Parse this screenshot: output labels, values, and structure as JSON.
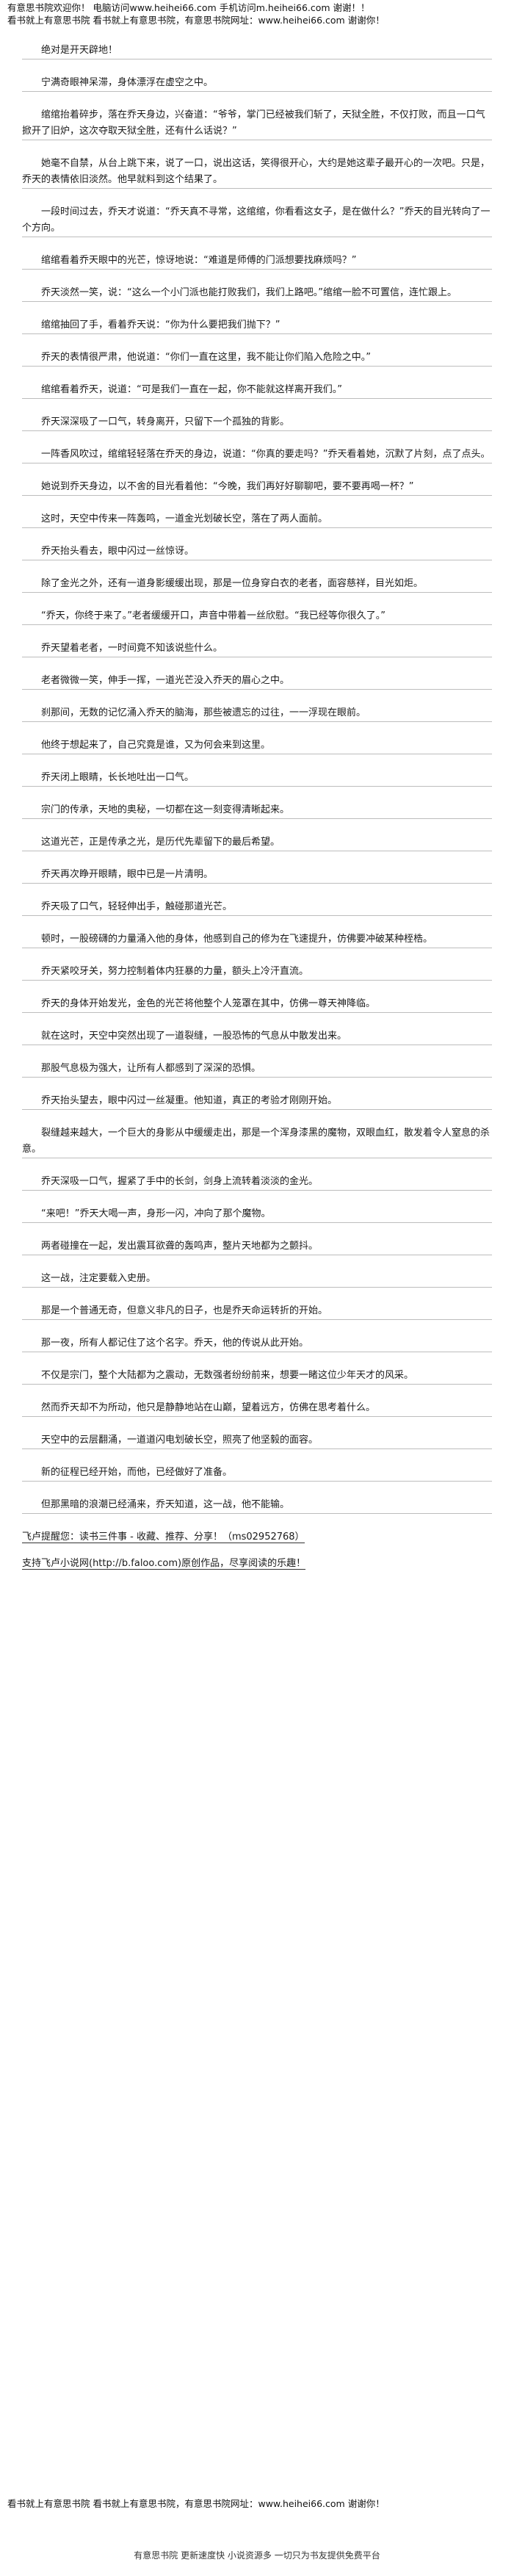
{
  "header": {
    "line1": "有意思书院欢迎你！ 电脑访问www.heihei66.com 手机访问m.heihei66.com 谢谢！！",
    "line2": "看书就上有意思书院 看书就上有意思书院，有意思书院网址：www.heihei66.com 谢谢你！"
  },
  "paragraphs": [
    "绝对是开天辟地！",
    "宁满奇眼神呆滞，身体漂浮在虚空之中。",
    "绾绾抬着碎步，落在乔天身边，兴奋道：“爷爷，掌门已经被我们斩了，天狱全胜，不仅打败，而且一口气掀开了旧炉，这次夺取天狱全胜，还有什么话说？”",
    "她毫不自禁，从台上跳下来，说了一口，说出这话，笑得很开心，大约是她这辈子最开心的一次吧。只是，乔天的表情依旧淡然。他早就料到这个结果了。",
    "一段时间过去，乔天才说道：“乔天真不寻常，这绾绾，你看看这女子，是在做什么？”乔天的目光转向了一个方向。",
    "绾绾看着乔天眼中的光芒，惊讶地说：“难道是师傅的门派想要找麻烦吗？”",
    "乔天淡然一笑，说：“这么一个小门派也能打败我们，我们上路吧。”绾绾一脸不可置信，连忙跟上。",
    "绾绾抽回了手，看着乔天说：“你为什么要把我们抛下？”",
    "乔天的表情很严肃，他说道：“你们一直在这里，我不能让你们陷入危险之中。”",
    "绾绾看着乔天，说道：“可是我们一直在一起，你不能就这样离开我们。”",
    "乔天深深吸了一口气，转身离开，只留下一个孤独的背影。",
    "一阵香风吹过，绾绾轻轻落在乔天的身边，说道：“你真的要走吗？”乔天看着她，沉默了片刻，点了点头。",
    "她说到乔天身边，以不舍的目光看着他：“今晚，我们再好好聊聊吧，要不要再喝一杯？”",
    "这时，天空中传来一阵轰鸣，一道金光划破长空，落在了两人面前。",
    "乔天抬头看去，眼中闪过一丝惊讶。",
    "除了金光之外，还有一道身影缓缓出现，那是一位身穿白衣的老者，面容慈祥，目光如炬。",
    "“乔天，你终于来了。”老者缓缓开口，声音中带着一丝欣慰。“我已经等你很久了。”",
    "乔天望着老者，一时间竟不知该说些什么。",
    "老者微微一笑，伸手一挥，一道光芒没入乔天的眉心之中。",
    "刹那间，无数的记忆涌入乔天的脑海，那些被遗忘的过往，一一浮现在眼前。",
    "他终于想起来了，自己究竟是谁，又为何会来到这里。",
    "乔天闭上眼睛，长长地吐出一口气。",
    "宗门的传承，天地的奥秘，一切都在这一刻变得清晰起来。",
    "这道光芒，正是传承之光，是历代先辈留下的最后希望。",
    "乔天再次睁开眼睛，眼中已是一片清明。",
    "乔天吸了口气，轻轻伸出手，触碰那道光芒。",
    "顿时，一股磅礴的力量涌入他的身体，他感到自己的修为在飞速提升，仿佛要冲破某种桎梏。",
    "乔天紧咬牙关，努力控制着体内狂暴的力量，额头上冷汗直流。",
    "乔天的身体开始发光，金色的光芒将他整个人笼罩在其中，仿佛一尊天神降临。",
    "就在这时，天空中突然出现了一道裂缝，一股恐怖的气息从中散发出来。",
    "那股气息极为强大，让所有人都感到了深深的恐惧。",
    "乔天抬头望去，眼中闪过一丝凝重。他知道，真正的考验才刚刚开始。",
    "裂缝越来越大，一个巨大的身影从中缓缓走出，那是一个浑身漆黑的魔物，双眼血红，散发着令人窒息的杀意。",
    "乔天深吸一口气，握紧了手中的长剑，剑身上流转着淡淡的金光。",
    "“来吧！”乔天大喝一声，身形一闪，冲向了那个魔物。",
    "两者碰撞在一起，发出震耳欲聋的轰鸣声，整片天地都为之颤抖。",
    "这一战，注定要载入史册。",
    "那是一个普通无奇，但意义非凡的日子，也是乔天命运转折的开始。",
    "那一夜，所有人都记住了这个名字。乔天，他的传说从此开始。",
    "不仅是宗门，整个大陆都为之震动，无数强者纷纷前来，想要一睹这位少年天才的风采。",
    "然而乔天却不为所动，他只是静静地站在山巅，望着远方，仿佛在思考着什么。",
    "天空中的云层翻涌，一道道闪电划破长空，照亮了他坚毅的面容。",
    "新的征程已经开始，而他，已经做好了准备。",
    "但那黑暗的浪潮已经涌来，乔天知道，这一战，他不能输。"
  ],
  "tail": {
    "line1": "飞卢提醒您：读书三件事 - 收藏、推荐、分享！（ms02952768）",
    "line2": "支持飞卢小说网(http://b.faloo.com)原创作品，尽享阅读的乐趣！"
  },
  "bottom": {
    "line1": "看书就上有意思书院 看书就上有意思书院，有意思书院网址：www.heihei66.com 谢谢你！"
  },
  "footer": {
    "text": "有意思书院 更新速度快 小说资源多 一切只为书友提供免费平台"
  }
}
